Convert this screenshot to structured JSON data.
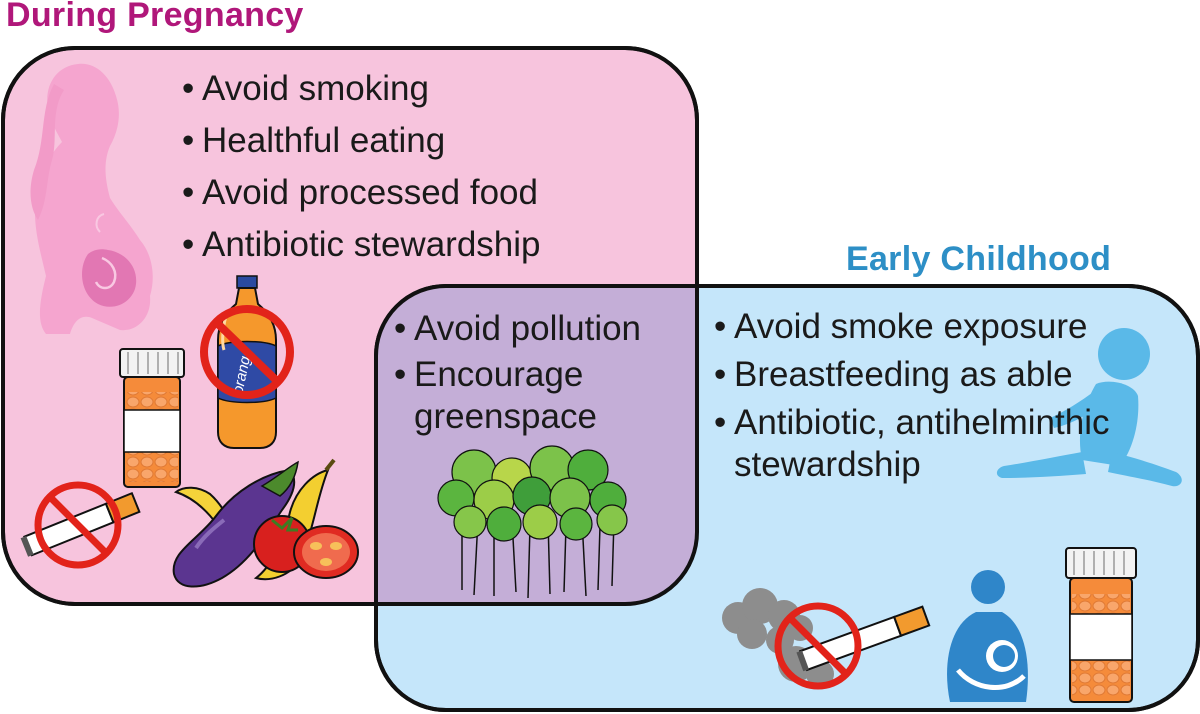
{
  "pregnancy": {
    "title": "During Pregnancy",
    "items": [
      "Avoid smoking",
      "Healthful eating",
      "Avoid processed food",
      "Antibiotic stewardship"
    ],
    "color": "#b0177a",
    "fill": "#f7c4dd"
  },
  "overlap": {
    "items": [
      "Avoid pollution",
      "Encourage greenspace"
    ],
    "fill": "#c4aed7"
  },
  "childhood": {
    "title": "Early Childhood",
    "items": [
      "Avoid smoke exposure",
      "Breastfeeding as able",
      "Antibiotic, antihelminthic stewardship"
    ],
    "color": "#2d8fc6",
    "fill": "#c5e6fa"
  },
  "bottle_label": "orange",
  "icons": [
    "pregnant-woman-icon",
    "soda-bottle-icon",
    "pill-bottle-icon",
    "cigarette-icon",
    "no-symbol-icon",
    "eggplant-icon",
    "banana-icon",
    "tomato-icon",
    "trees-icon",
    "baby-icon",
    "breastfeeding-icon",
    "smoke-cloud-icon"
  ]
}
